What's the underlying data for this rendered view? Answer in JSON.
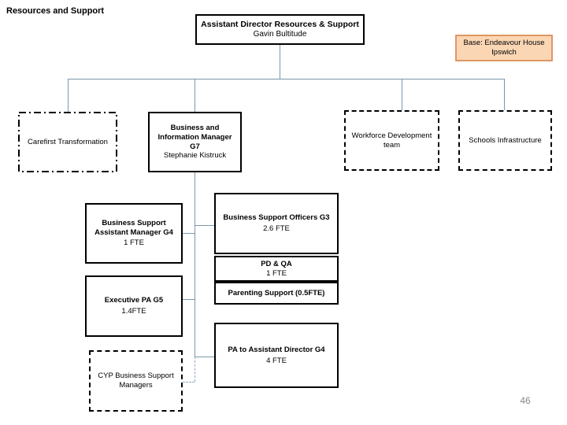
{
  "page": {
    "title": "Resources and Support",
    "number": "46"
  },
  "colors": {
    "connector_line": "#7a97ab",
    "box_border": "#000000",
    "base_note_fill": "#fbd6b4",
    "base_note_border": "#dd9763",
    "page_number_text": "#898989"
  },
  "org": {
    "root": {
      "title": "Assistant Director Resources & Support",
      "person": "Gavin Bultitude"
    },
    "base_note": "Base: Endeavour House Ipswich",
    "level2": {
      "carefirst": "Carefirst Transformation",
      "business_info_manager": {
        "title": "Business and Information Manager G7",
        "person": "Stephanie Kistruck"
      },
      "workforce": "Workforce Development team",
      "schools": "Schools Infrastructure"
    },
    "level3": {
      "bsam": {
        "title": "Business Support Assistant Manager G4",
        "fte": "1 FTE"
      },
      "officers": {
        "title": "Business Support Officers G3",
        "fte": "2.6 FTE"
      },
      "pdqa": {
        "title": "PD & QA",
        "fte": "1 FTE"
      },
      "executive_pa": {
        "title": "Executive PA G5",
        "fte": "1.4FTE"
      },
      "parenting": {
        "title": "Parenting Support (0.5FTE)"
      },
      "pa_to_ad": {
        "title": "PA to Assistant Director G4",
        "fte": "4 FTE"
      },
      "cyp": {
        "title": "CYP Business Support Managers"
      }
    }
  }
}
